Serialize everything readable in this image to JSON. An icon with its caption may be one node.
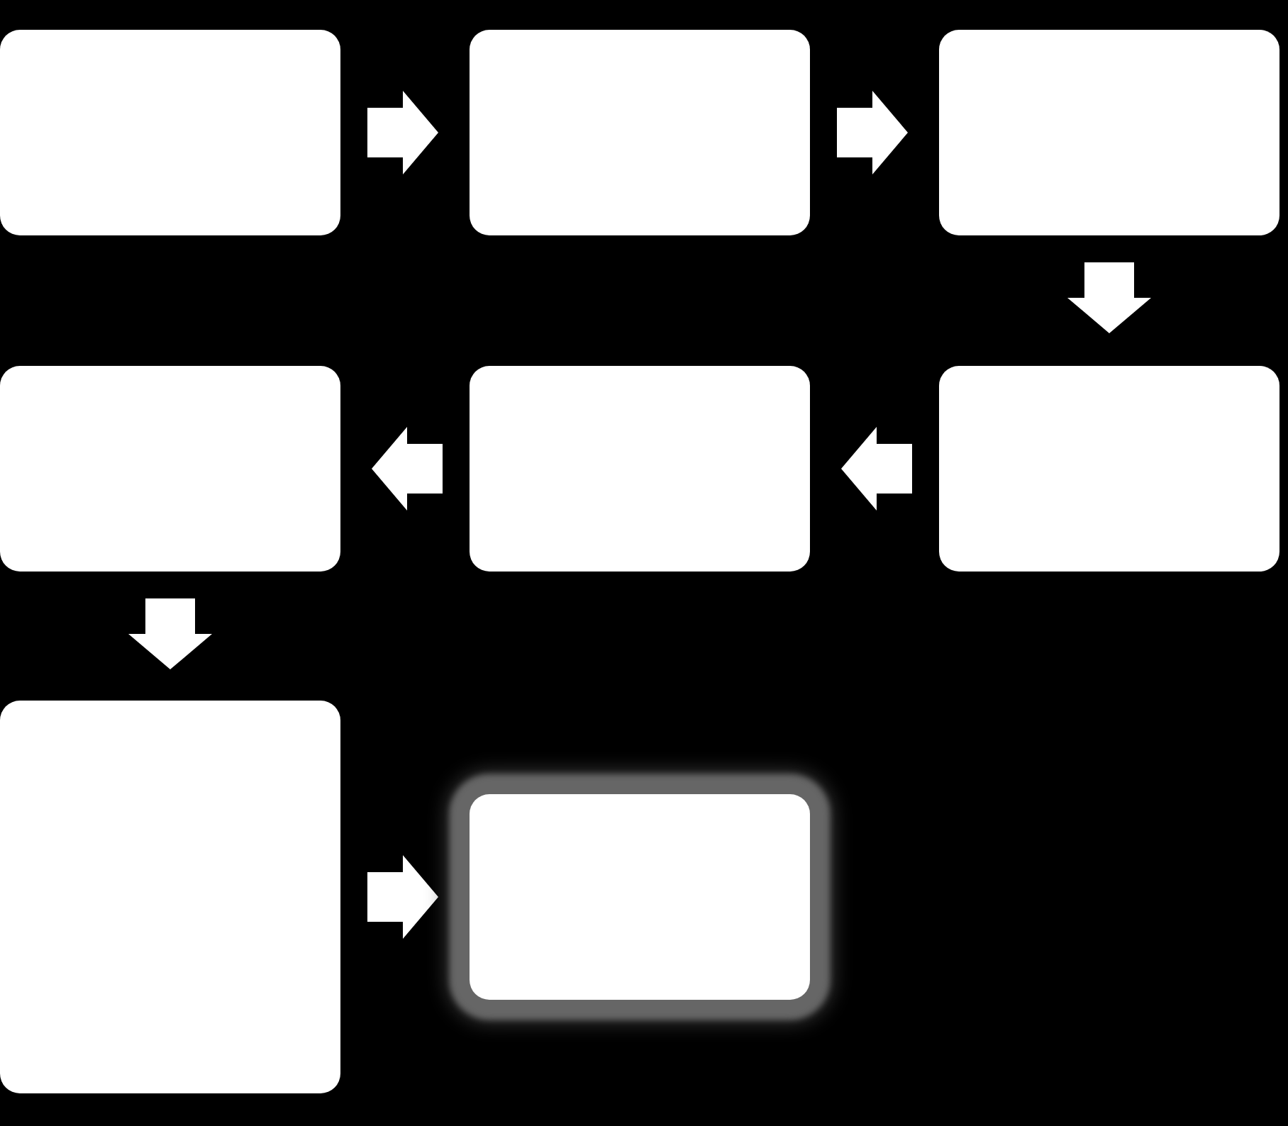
{
  "diagram": {
    "nodes": [
      {
        "text": [],
        "shape": "box"
      },
      {
        "text": [],
        "shape": "box"
      },
      {
        "text": [],
        "shape": "box"
      },
      {
        "text": [],
        "shape": "box"
      },
      {
        "text": [],
        "shape": "box"
      },
      {
        "text": [],
        "shape": "box"
      },
      {
        "text": [],
        "shape": "box"
      },
      {
        "text": [],
        "shape": "box"
      }
    ],
    "edges": [
      {
        "from": 0,
        "to": 1,
        "arrow": "to"
      },
      {
        "from": 1,
        "to": 2,
        "arrow": "to"
      },
      {
        "from": 2,
        "to": 5,
        "arrow": "to"
      },
      {
        "from": 5,
        "to": 4,
        "arrow": "to"
      },
      {
        "from": 4,
        "to": 3,
        "arrow": "to"
      },
      {
        "from": 3,
        "to": 6,
        "arrow": "to"
      },
      {
        "from": 6,
        "to": 7,
        "arrow": "to"
      }
    ]
  }
}
